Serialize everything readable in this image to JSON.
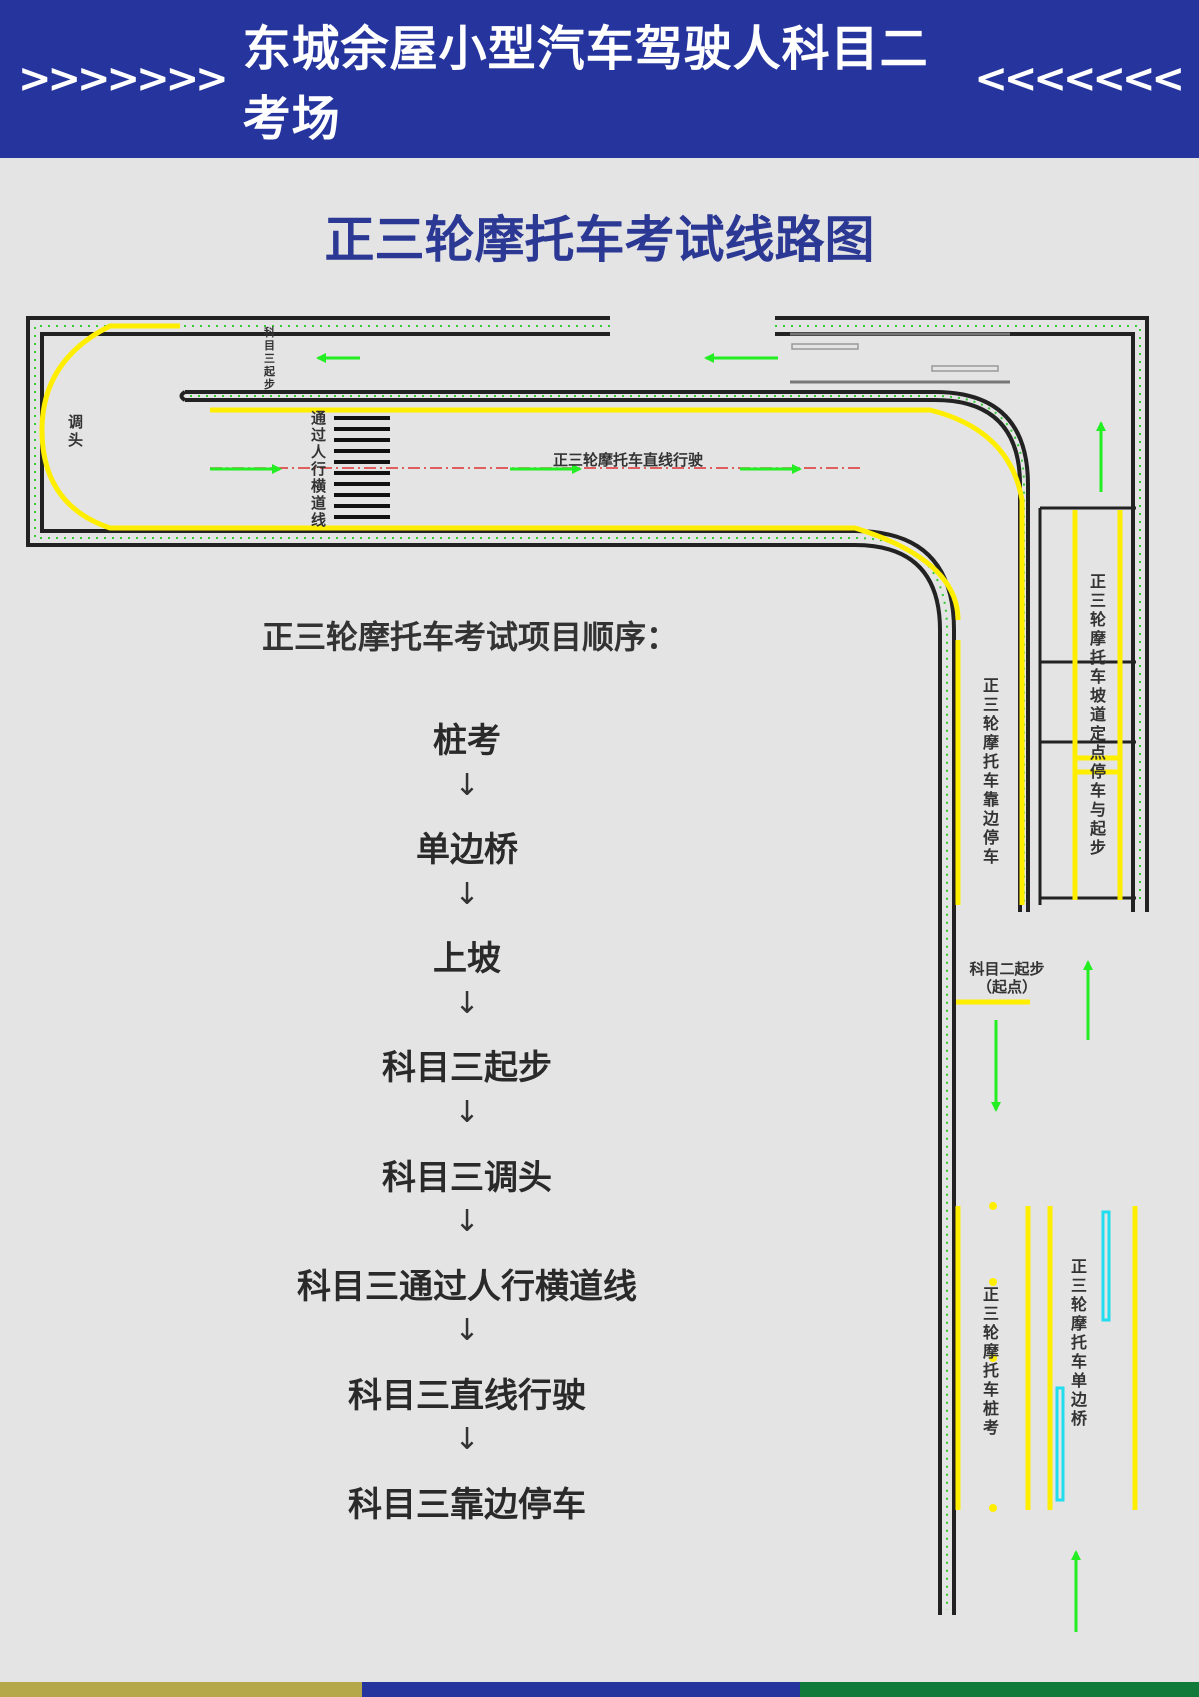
{
  "header": {
    "title": "东城余屋小型汽车驾驶人科目二考场",
    "left_chevrons": ">>>>>>>",
    "right_chevrons": "<<<<<<<"
  },
  "subtitle": "正三轮摩托车考试线路图",
  "map_labels": {
    "start_k3": "科目三起步",
    "uturn": "调头",
    "crosswalk": "通过人行横道线",
    "straight": "正三轮摩托车直线行驶",
    "slope": "正三轮摩托车坡道定点停车与起步",
    "side_park": "正三轮摩托车靠边停车",
    "start_k2_line1": "科目二起步",
    "start_k2_line2": "（起点）",
    "pile": "正三轮摩托车桩考",
    "bridge": "正三轮摩托车单边桥"
  },
  "sequence": {
    "heading": "正三轮摩托车考试项目顺序：",
    "arrow": "↓",
    "items": [
      "桩考",
      "单边桥",
      "上坡",
      "科目三起步",
      "科目三调头",
      "科目三通过人行横道线",
      "科目三直线行驶",
      "科目三靠边停车"
    ]
  },
  "colors": {
    "header_bg": "#26359d",
    "subtitle": "#2b3894",
    "road_line": "#222222",
    "lane_yellow": "#ffee00",
    "arrow_green": "#22ee22",
    "dash_green": "#33cc33",
    "bridge_cyan": "#22ddee",
    "center_red": "#dd3333",
    "strip_olive": "#b5a84a",
    "strip_blue": "#26359d",
    "strip_green": "#0f7a3a"
  }
}
